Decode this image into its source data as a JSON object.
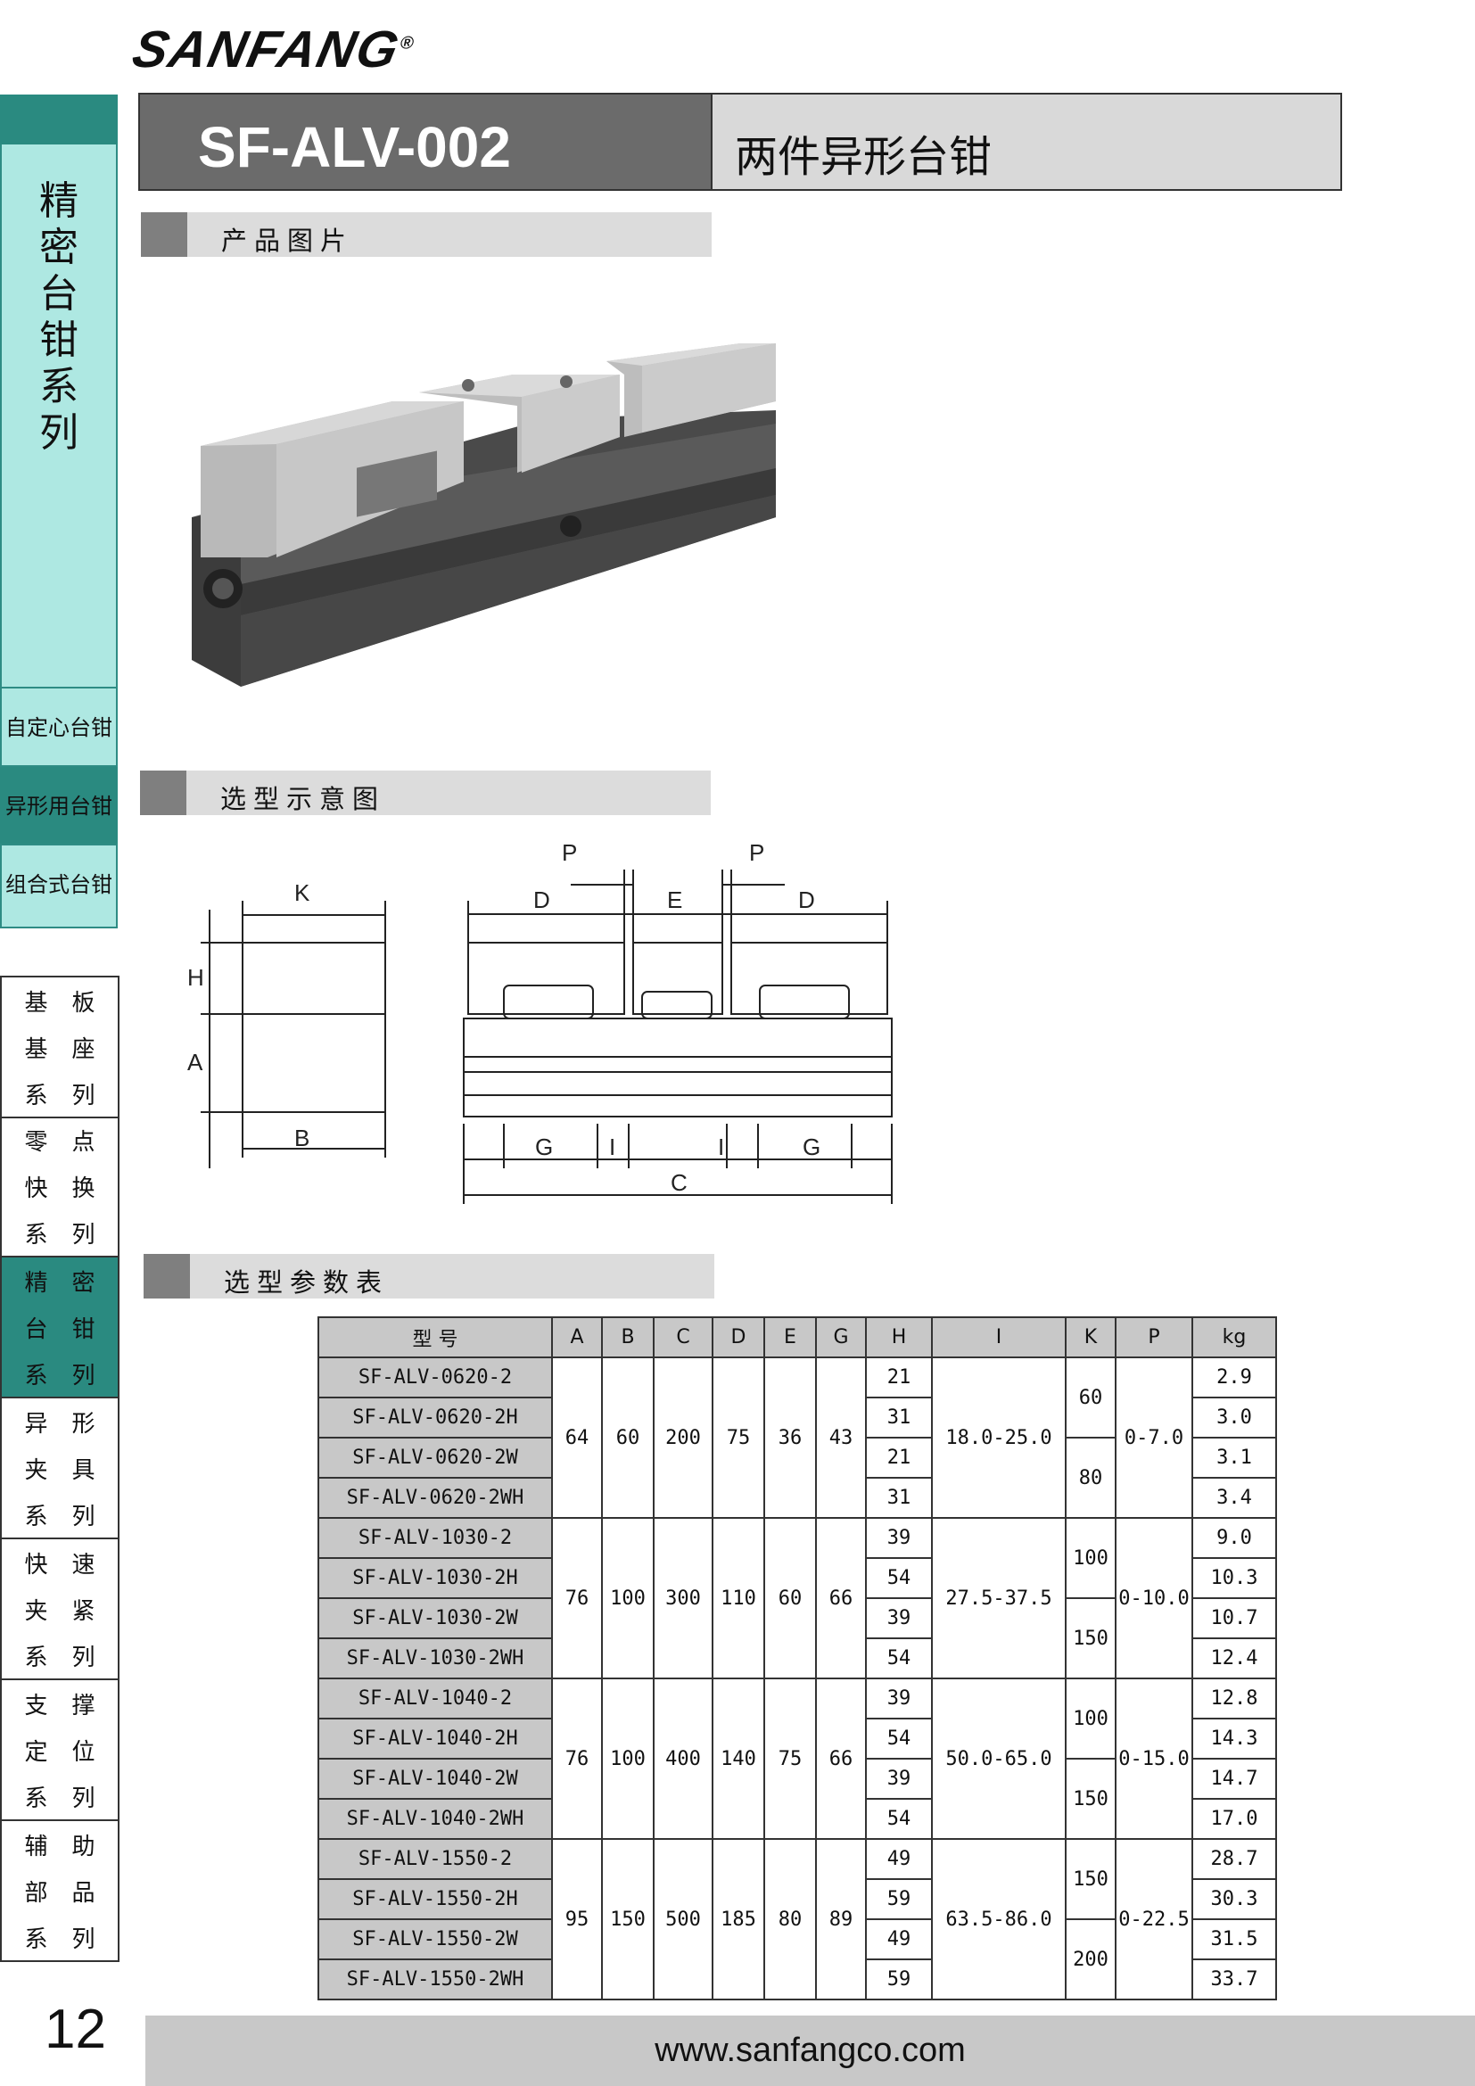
{
  "brand": {
    "logo": "SANFANG",
    "reg": "®"
  },
  "header": {
    "model": "SF-ALV-002",
    "name": "两件异形台钳"
  },
  "sections": {
    "photo": "产品图片",
    "diagram": "选型示意图",
    "table": "选型参数表"
  },
  "sidebar": {
    "title": "精密台钳系列",
    "items": [
      {
        "label": "自定心台钳",
        "active": false
      },
      {
        "label": "异形用台钳",
        "active": true
      },
      {
        "label": "组合式台钳",
        "active": false
      }
    ]
  },
  "categories": [
    {
      "rows": [
        [
          "基",
          "板"
        ],
        [
          "基",
          "座"
        ],
        [
          "系",
          "列"
        ]
      ],
      "active": false
    },
    {
      "rows": [
        [
          "零",
          "点"
        ],
        [
          "快",
          "换"
        ],
        [
          "系",
          "列"
        ]
      ],
      "active": false
    },
    {
      "rows": [
        [
          "精",
          "密"
        ],
        [
          "台",
          "钳"
        ],
        [
          "系",
          "列"
        ]
      ],
      "active": true
    },
    {
      "rows": [
        [
          "异",
          "形"
        ],
        [
          "夹",
          "具"
        ],
        [
          "系",
          "列"
        ]
      ],
      "active": false
    },
    {
      "rows": [
        [
          "快",
          "速"
        ],
        [
          "夹",
          "紧"
        ],
        [
          "系",
          "列"
        ]
      ],
      "active": false
    },
    {
      "rows": [
        [
          "支",
          "撑"
        ],
        [
          "定",
          "位"
        ],
        [
          "系",
          "列"
        ]
      ],
      "active": false
    },
    {
      "rows": [
        [
          "辅",
          "助"
        ],
        [
          "部",
          "品"
        ],
        [
          "系",
          "列"
        ]
      ],
      "active": false
    }
  ],
  "diagram_labels": {
    "K": "K",
    "H": "H",
    "A": "A",
    "B": "B",
    "P": "P",
    "D": "D",
    "E": "E",
    "G": "G",
    "I": "I",
    "C": "C"
  },
  "table": {
    "headers": [
      "型  号",
      "A",
      "B",
      "C",
      "D",
      "E",
      "G",
      "H",
      "I",
      "K",
      "P",
      "kg"
    ],
    "groups": [
      {
        "models": [
          "SF-ALV-0620-2",
          "SF-ALV-0620-2H",
          "SF-ALV-0620-2W",
          "SF-ALV-0620-2WH"
        ],
        "A": "64",
        "B": "60",
        "C": "200",
        "D": "75",
        "E": "36",
        "G": "43",
        "H": [
          "21",
          "31",
          "21",
          "31"
        ],
        "I": "18.0-25.0",
        "K": [
          "60",
          "80"
        ],
        "P": "0-7.0",
        "kg": [
          "2.9",
          "3.0",
          "3.1",
          "3.4"
        ]
      },
      {
        "models": [
          "SF-ALV-1030-2",
          "SF-ALV-1030-2H",
          "SF-ALV-1030-2W",
          "SF-ALV-1030-2WH"
        ],
        "A": "76",
        "B": "100",
        "C": "300",
        "D": "110",
        "E": "60",
        "G": "66",
        "H": [
          "39",
          "54",
          "39",
          "54"
        ],
        "I": "27.5-37.5",
        "K": [
          "100",
          "150"
        ],
        "P": "0-10.0",
        "kg": [
          "9.0",
          "10.3",
          "10.7",
          "12.4"
        ]
      },
      {
        "models": [
          "SF-ALV-1040-2",
          "SF-ALV-1040-2H",
          "SF-ALV-1040-2W",
          "SF-ALV-1040-2WH"
        ],
        "A": "76",
        "B": "100",
        "C": "400",
        "D": "140",
        "E": "75",
        "G": "66",
        "H": [
          "39",
          "54",
          "39",
          "54"
        ],
        "I": "50.0-65.0",
        "K": [
          "100",
          "150"
        ],
        "P": "0-15.0",
        "kg": [
          "12.8",
          "14.3",
          "14.7",
          "17.0"
        ]
      },
      {
        "models": [
          "SF-ALV-1550-2",
          "SF-ALV-1550-2H",
          "SF-ALV-1550-2W",
          "SF-ALV-1550-2WH"
        ],
        "A": "95",
        "B": "150",
        "C": "500",
        "D": "185",
        "E": "80",
        "G": "89",
        "H": [
          "49",
          "59",
          "49",
          "59"
        ],
        "I": "63.5-86.0",
        "K": [
          "150",
          "200"
        ],
        "P": "0-22.5",
        "kg": [
          "28.7",
          "30.3",
          "31.5",
          "33.7"
        ]
      }
    ]
  },
  "page_number": "12",
  "footer": {
    "url": "www.sanfangco.com"
  }
}
